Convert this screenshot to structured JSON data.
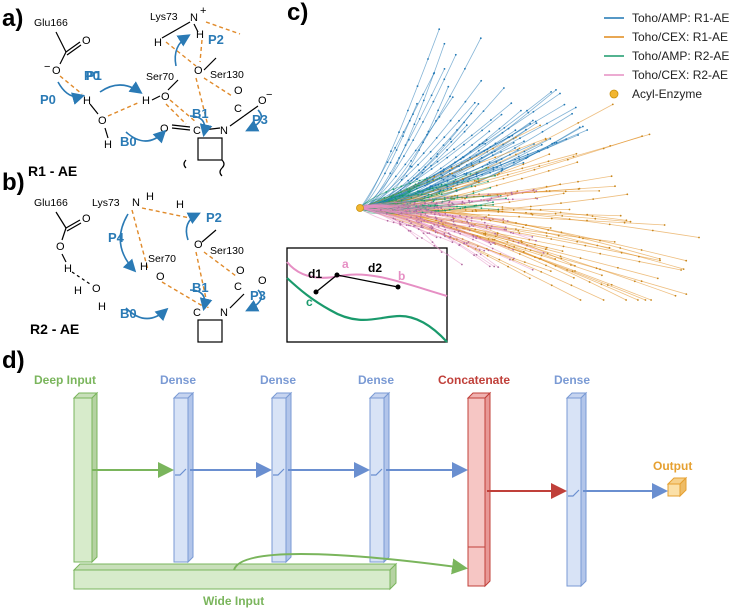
{
  "panels": {
    "a": "a)",
    "b": "b)",
    "c": "c)",
    "d": "d)"
  },
  "panel_a": {
    "state": "R1 - AE",
    "residues": {
      "glu": "Glu166",
      "lys": "Lys73",
      "ser70": "Ser70",
      "ser130": "Ser130"
    },
    "atoms": {
      "o": "O",
      "h": "H",
      "n": "N",
      "c": "C",
      "minus": "−",
      "plus": "+"
    },
    "arrows": [
      "P0",
      "P1",
      "P2",
      "P3",
      "B0",
      "B1"
    ]
  },
  "panel_b": {
    "state": "R2 - AE",
    "residues": {
      "glu": "Glu166",
      "lys": "Lys73",
      "ser70": "Ser70",
      "ser130": "Ser130"
    },
    "arrows": [
      "P2",
      "P3",
      "P4",
      "B0",
      "B1"
    ]
  },
  "inset": {
    "labels": {
      "a": "a",
      "b": "b",
      "c": "c",
      "d1": "d1",
      "d2": "d2"
    },
    "colors": {
      "pink": "#e68fc4",
      "green": "#1a9a6c"
    }
  },
  "legend": {
    "entries": [
      {
        "label": "Toho/AMP: R1-AE",
        "color": "#1f77b4"
      },
      {
        "label": "Toho/CEX: R1-AE",
        "color": "#e08a1a"
      },
      {
        "label": "Toho/AMP: R2-AE",
        "color": "#1a9a6c"
      },
      {
        "label": "Toho/CEX: R2-AE",
        "color": "#e68fc4"
      }
    ],
    "marker": {
      "label": "Acyl-Enzyme",
      "color": "#f2b630"
    }
  },
  "network": {
    "layers": [
      {
        "label": "Deep Input",
        "color": "#7ab55c"
      },
      {
        "label": "Dense",
        "color": "#7a9ad4"
      },
      {
        "label": "Dense",
        "color": "#7a9ad4"
      },
      {
        "label": "Dense",
        "color": "#7a9ad4"
      },
      {
        "label": "Concatenate",
        "color": "#c0403a"
      },
      {
        "label": "Dense",
        "color": "#7a9ad4"
      }
    ],
    "output_label": "Output",
    "output_color": "#e6a030",
    "wide_label": "Wide Input",
    "wide_color": "#7ab55c"
  }
}
